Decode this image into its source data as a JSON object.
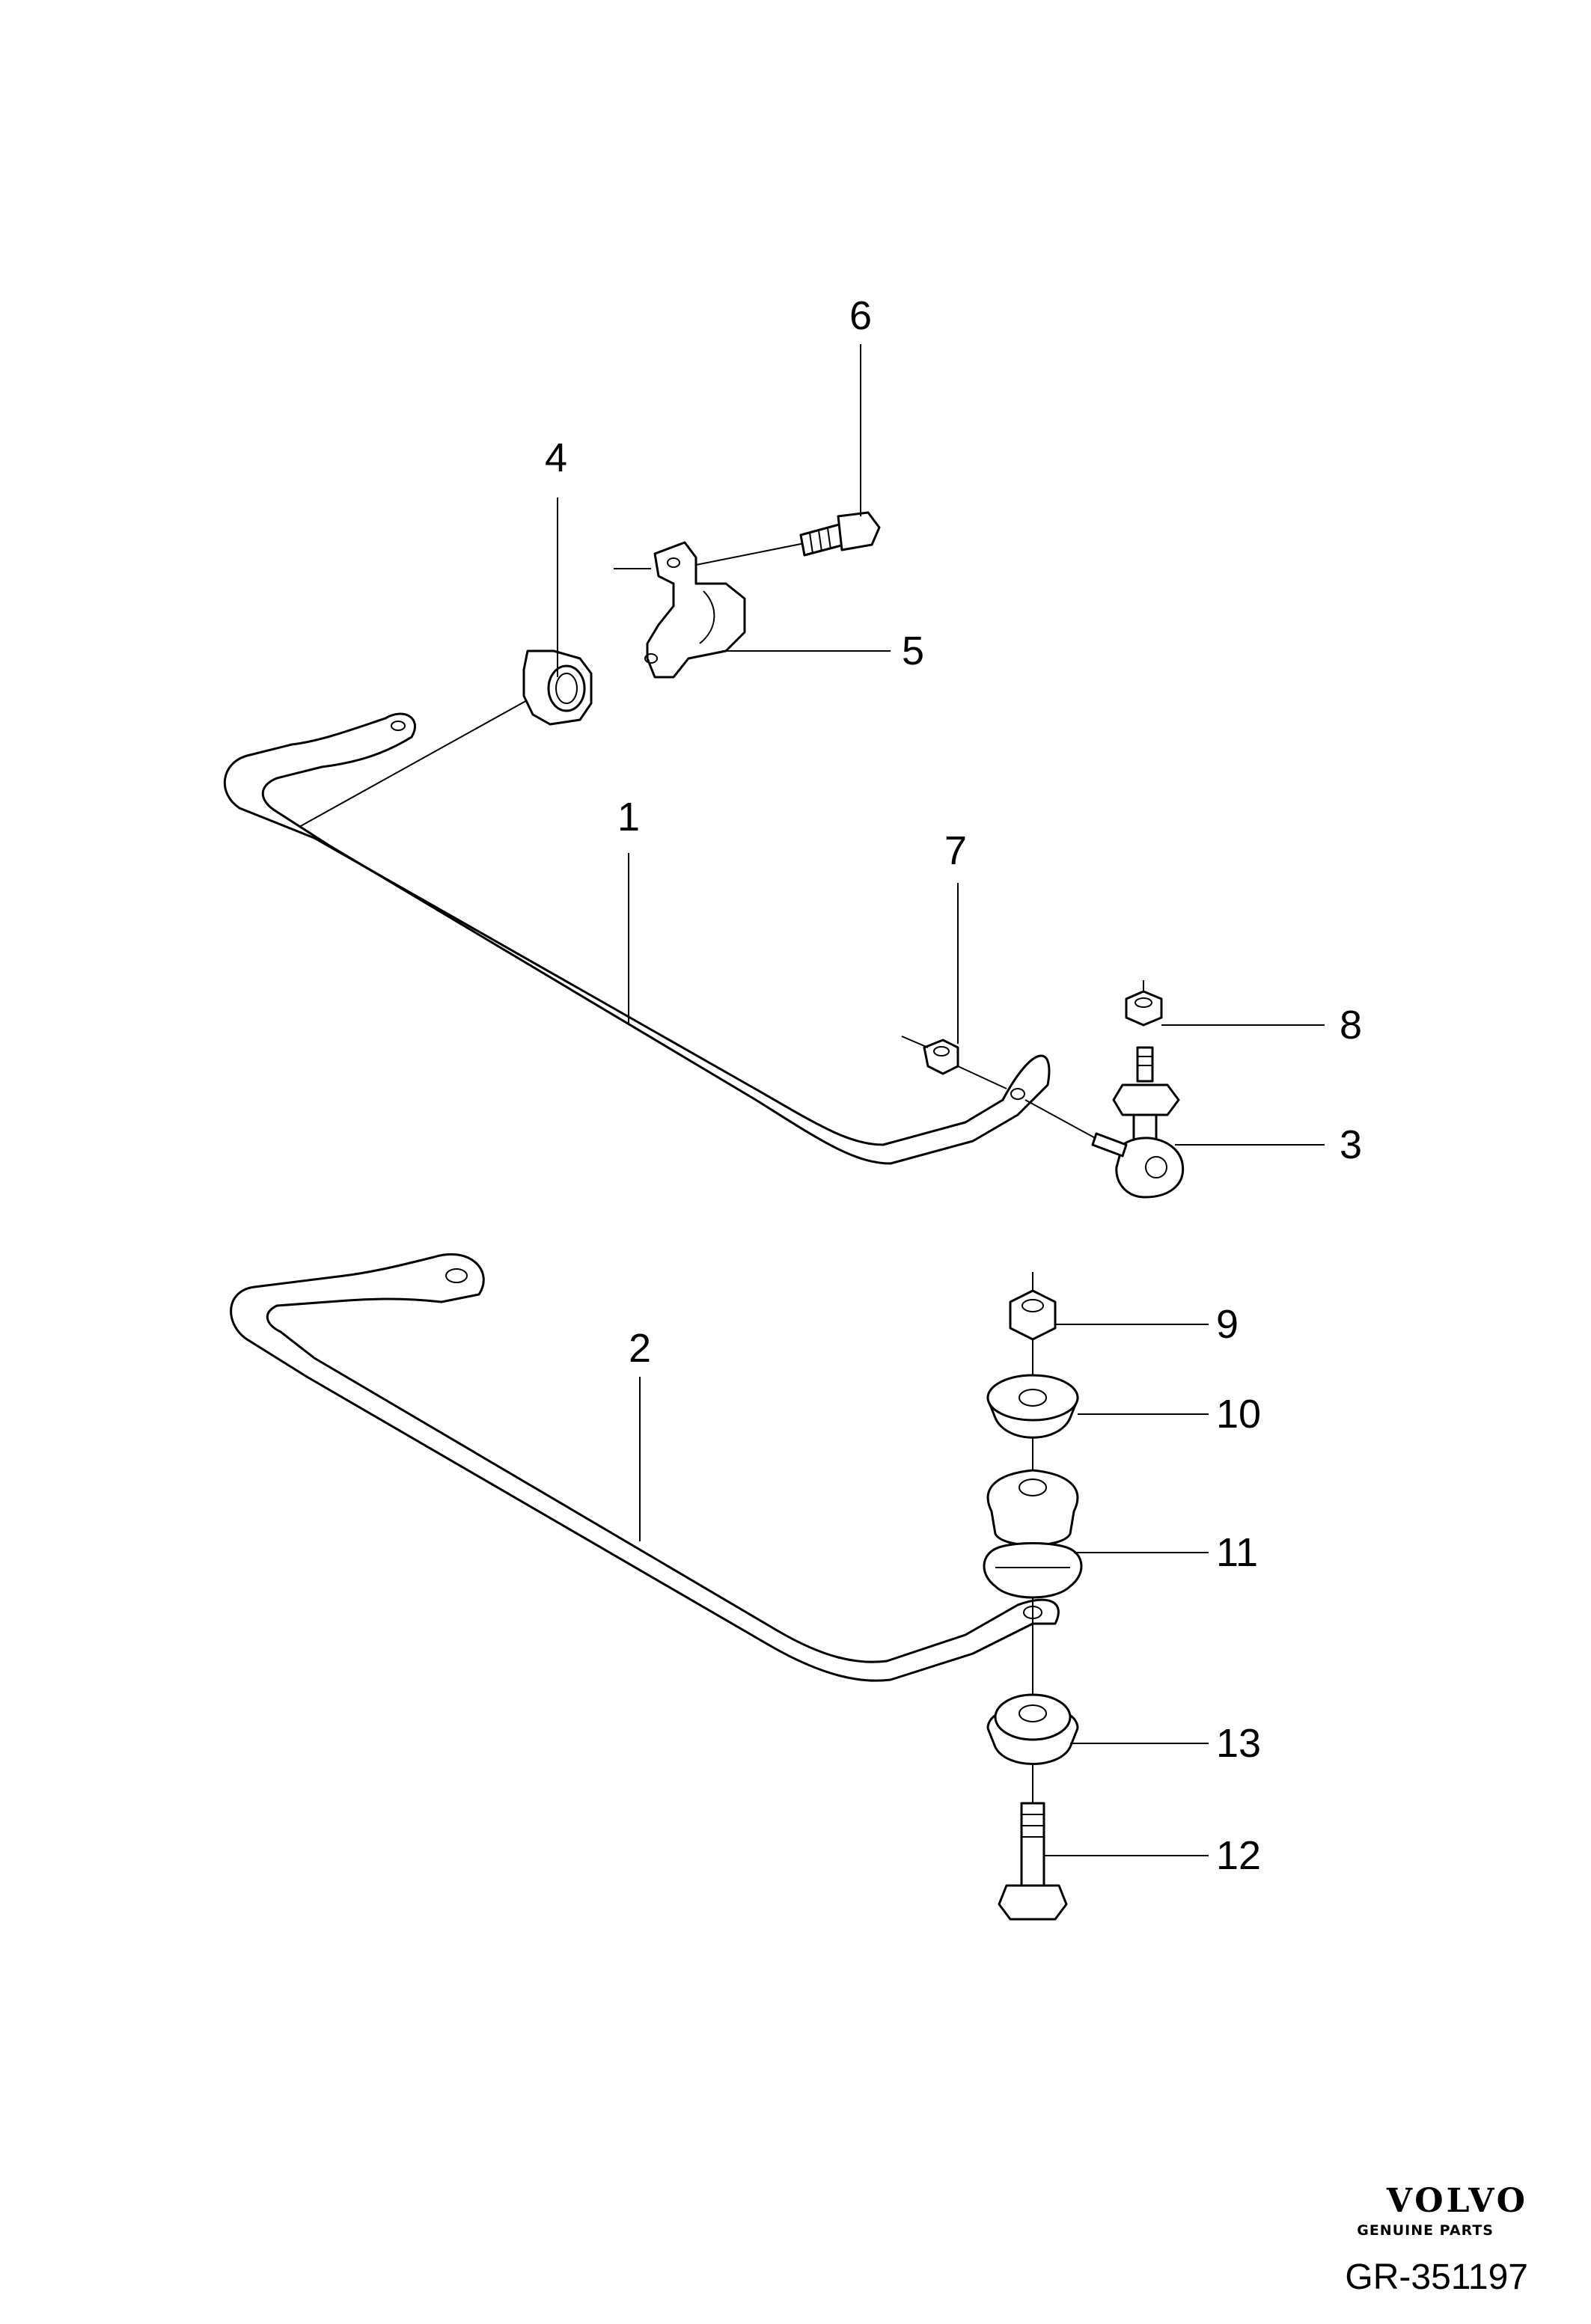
{
  "callouts": [
    {
      "id": "c1",
      "text": "1"
    },
    {
      "id": "c2",
      "text": "2"
    },
    {
      "id": "c3",
      "text": "3"
    },
    {
      "id": "c4",
      "text": "4"
    },
    {
      "id": "c5",
      "text": "5"
    },
    {
      "id": "c6",
      "text": "6"
    },
    {
      "id": "c7",
      "text": "7"
    },
    {
      "id": "c8",
      "text": "8"
    },
    {
      "id": "c9",
      "text": "9"
    },
    {
      "id": "c10",
      "text": "10"
    },
    {
      "id": "c11",
      "text": "11"
    },
    {
      "id": "c12",
      "text": "12"
    },
    {
      "id": "c13",
      "text": "13"
    }
  ],
  "branding": {
    "logo": "VOLVO",
    "subtitle": "GENUINE PARTS",
    "drawing_id": "GR-351197"
  }
}
